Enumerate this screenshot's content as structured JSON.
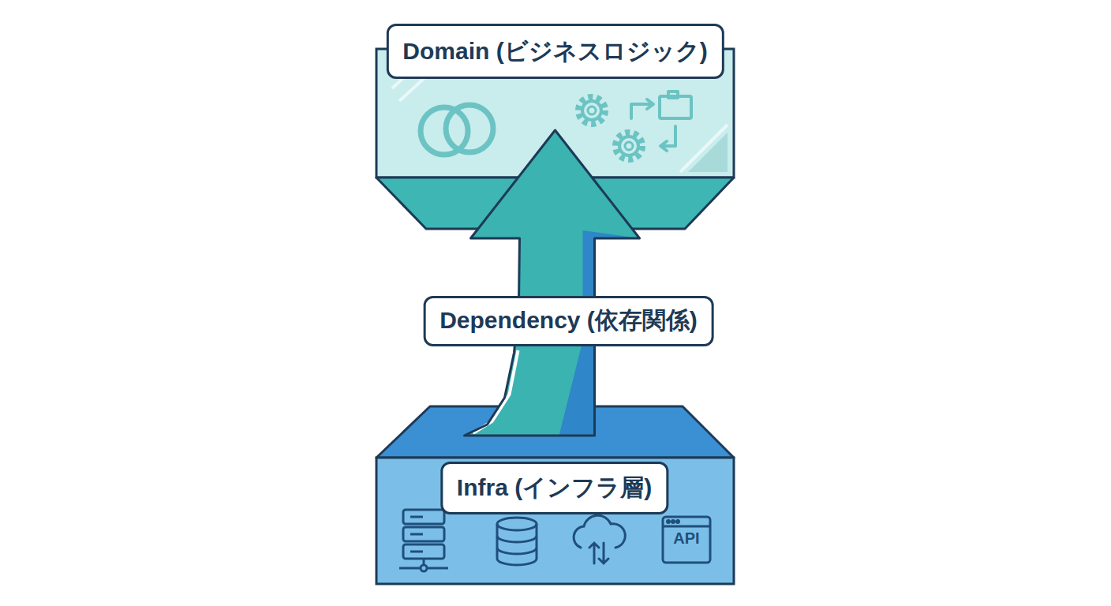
{
  "diagram": {
    "nodes": [
      {
        "text": [
          "Domain (ビジネスロジック)"
        ]
      },
      {
        "text": [
          "Infra (インフラ層)"
        ]
      }
    ],
    "edges": [
      {
        "from": 1,
        "to": 0,
        "arrow": "to",
        "label": "Dependency (依存関係)"
      }
    ],
    "labels": [
      "API"
    ]
  }
}
